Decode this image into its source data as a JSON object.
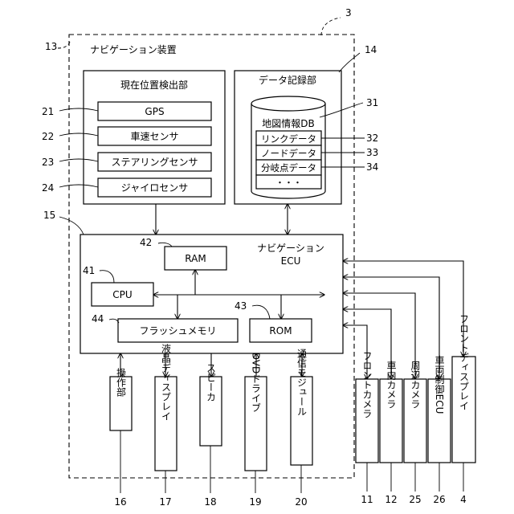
{
  "labels": {
    "nav_device": "ナビゲーション装置",
    "current_position": "現在位置検出部",
    "gps": "GPS",
    "vehicle_speed_sensor": "車速センサ",
    "steering_sensor": "ステアリングセンサ",
    "gyro_sensor": "ジャイロセンサ",
    "data_recorder": "データ記録部",
    "map_db": "地図情報DB",
    "link_data": "リンクデータ",
    "node_data": "ノードデータ",
    "branch_data": "分岐点データ",
    "ellipsis": "・・・",
    "nav_ecu_line1": "ナビゲーション",
    "nav_ecu_line2": "ECU",
    "ram": "RAM",
    "cpu": "CPU",
    "rom": "ROM",
    "flash_memory": "フラッシュメモリ",
    "operation_unit": "操作部",
    "lcd_display": "液晶ディスプレイ",
    "speaker": "スピーカ",
    "dvd_drive": "DVDドライブ",
    "comm_module": "通信モジュール",
    "front_camera": "フロントカメラ",
    "interior_camera": "車内カメラ",
    "surround_camera": "周辺カメラ",
    "vehicle_control_ecu": "車両制御ECU",
    "front_display": "フロントディスプレイ"
  },
  "refs": {
    "r3": "3",
    "r13": "13",
    "r14": "14",
    "r15": "15",
    "r21": "21",
    "r22": "22",
    "r23": "23",
    "r24": "24",
    "r31": "31",
    "r32": "32",
    "r33": "33",
    "r34": "34",
    "r41": "41",
    "r42": "42",
    "r43": "43",
    "r44": "44",
    "r16": "16",
    "r17": "17",
    "r18": "18",
    "r19": "19",
    "r20": "20",
    "r11": "11",
    "r12": "12",
    "r25": "25",
    "r26": "26",
    "r4": "4"
  }
}
